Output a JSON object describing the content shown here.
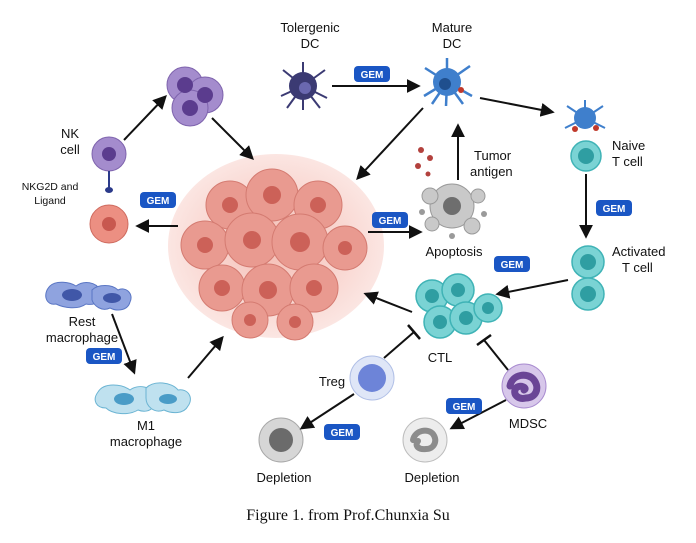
{
  "labels": {
    "tolergenic_dc_1": "Tolergenic",
    "tolergenic_dc_2": "DC",
    "mature_dc_1": "Mature",
    "mature_dc_2": "DC",
    "naive_t_1": "Naive",
    "naive_t_2": "T cell",
    "tumor_antigen_1": "Tumor",
    "tumor_antigen_2": "antigen",
    "apoptosis": "Apoptosis",
    "activated_t_1": "Activated",
    "activated_t_2": "T cell",
    "nk_cell_1": "NK",
    "nk_cell_2": "cell",
    "nkg2d_1": "NKG2D and",
    "nkg2d_2": "Ligand",
    "rest_macrophage_1": "Rest",
    "rest_macrophage_2": "macrophage",
    "m1_macrophage_1": "M1",
    "m1_macrophage_2": "macrophage",
    "ctl": "CTL",
    "treg": "Treg",
    "mdsc": "MDSC",
    "depletion_left": "Depletion",
    "depletion_right": "Depletion"
  },
  "badges": {
    "gem_dc": "GEM",
    "gem_nk": "GEM",
    "gem_apoptosis": "GEM",
    "gem_activated": "GEM",
    "gem_macrophage": "GEM",
    "gem_treg": "GEM",
    "gem_mdsc": "GEM"
  },
  "caption": "Figure 1. from Prof.Chunxia Su",
  "colors": {
    "gem_badge": "#1a56c4",
    "tumor": "#e7958a",
    "t_cell": "#4cc0c4",
    "dc": "#3f7fcc",
    "tolerogenic_dc": "#3b3a73",
    "nk_cell": "#8f77b6",
    "treg": "#6d84d8",
    "mdsc": "#7c5aa8",
    "macrophage": "#6f8fcf"
  }
}
